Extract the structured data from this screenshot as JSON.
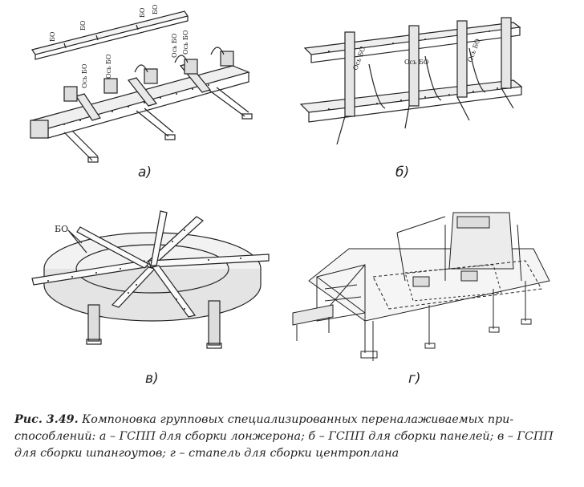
{
  "figure": {
    "subfigures": [
      {
        "label": "а)"
      },
      {
        "label": "б)"
      },
      {
        "label": "в)"
      },
      {
        "label": "г)"
      }
    ],
    "annotations": {
      "bo": "БО",
      "os_bo": "Ось БО"
    },
    "caption": {
      "lead": "Рис. 3.49.",
      "text": " Компоновка групповых специализированных переналаживаемых при-способлений: а – ГСПП для сборки лонжерона; б – ГСПП для сборки панелей; в – ГСПП для сборки шпангоутов; г – стапель для сборки центроплана"
    }
  }
}
